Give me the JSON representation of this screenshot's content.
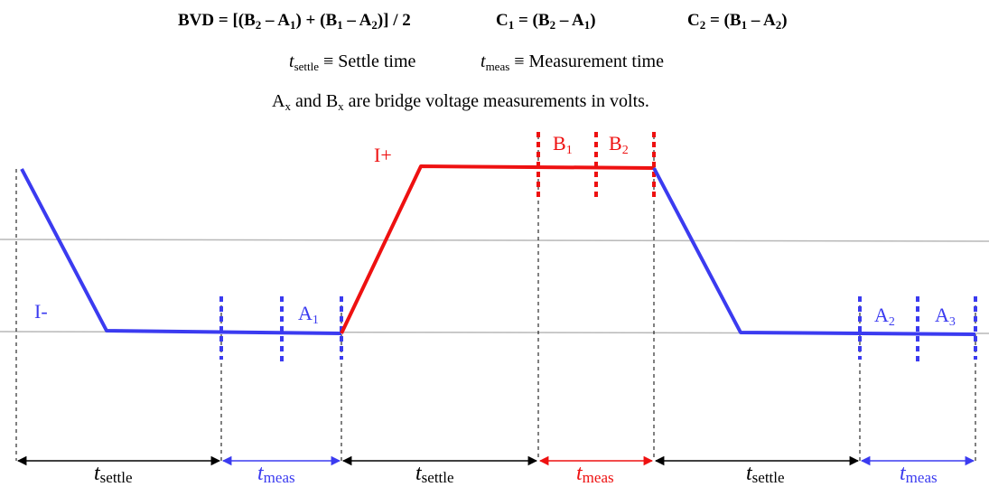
{
  "colors": {
    "negative": "#3b3bf0",
    "positive": "#ee1111",
    "text": "#000000",
    "reference": "#b8b8b8",
    "dashed": "#000000"
  },
  "header": {
    "formula_main": {
      "base": "BVD = [(B",
      "s1": "2",
      "m1": " – A",
      "s2": "1",
      "m2": ") + (B",
      "s3": "1",
      "m3": " – A",
      "s4": "2",
      "end": ")] / 2"
    },
    "formula_c1": {
      "base": "C",
      "s1": "1",
      "m1": " = (B",
      "s2": "2",
      "m2": " – A",
      "s3": "1",
      "end": ")"
    },
    "formula_c2": {
      "base": "C",
      "s1": "2",
      "m1": " = (B",
      "s2": "1",
      "m2": " – A",
      "s3": "2",
      "end": ")"
    },
    "settle_def": {
      "var": "t",
      "sub": "settle",
      "rest": " ≡ Settle time"
    },
    "meas_def": {
      "var": "t",
      "sub": "meas",
      "rest": " ≡ Measurement time"
    },
    "note": {
      "a": "A",
      "a_sub": "x",
      "mid": " and B",
      "b_sub": "x",
      "rest": " are bridge voltage measurements in volts."
    }
  },
  "labels": {
    "i_minus": "I-",
    "i_plus": "I+",
    "a1": {
      "base": "A",
      "sub": "1"
    },
    "a2": {
      "base": "A",
      "sub": "2"
    },
    "a3": {
      "base": "A",
      "sub": "3"
    },
    "b1": {
      "base": "B",
      "sub": "1"
    },
    "b2": {
      "base": "B",
      "sub": "2"
    }
  },
  "intervals": [
    {
      "var": "t",
      "sub": "settle",
      "color": "text"
    },
    {
      "var": "t",
      "sub": "meas",
      "color": "negative"
    },
    {
      "var": "t",
      "sub": "settle",
      "color": "text"
    },
    {
      "var": "t",
      "sub": "meas",
      "color": "positive"
    },
    {
      "var": "t",
      "sub": "settle",
      "color": "text"
    },
    {
      "var": "t",
      "sub": "meas",
      "color": "negative"
    }
  ]
}
